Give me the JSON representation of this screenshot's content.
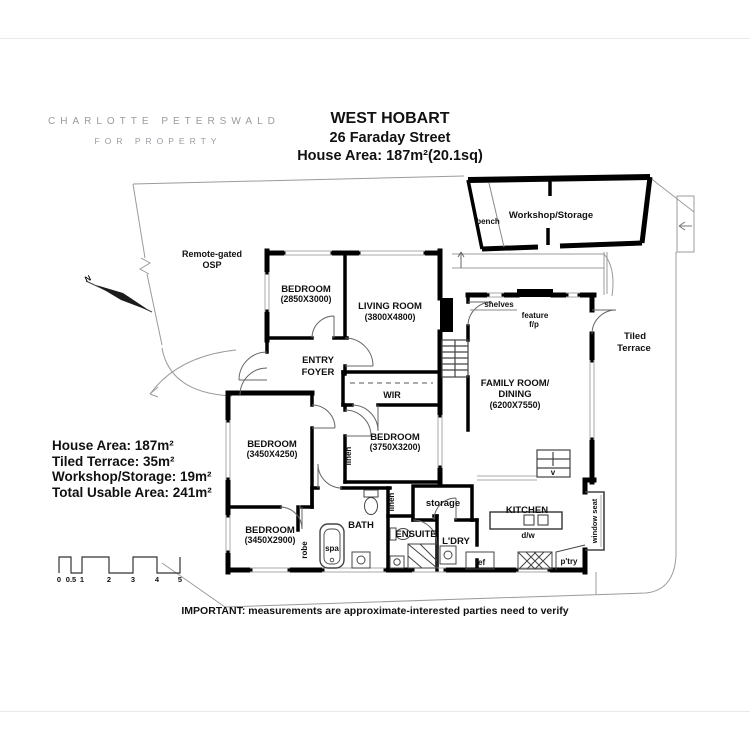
{
  "brand": {
    "name": "CHARLOTTE PETERSWALD",
    "tagline": "FOR PROPERTY"
  },
  "header": {
    "suburb": "WEST HOBART",
    "address": "26 Faraday Street",
    "area": "House Area: 187m²(20.1sq)"
  },
  "summary": {
    "house": "House Area: 187m²",
    "terrace": "Tiled Terrace: 35m²",
    "workshop": "Workshop/Storage: 19m²",
    "total": "Total Usable Area: 241m²"
  },
  "plan": {
    "workshop": {
      "name": "Workshop/Storage",
      "bench": "bench"
    },
    "osp": {
      "line1": "Remote-gated",
      "line2": "OSP"
    },
    "north": "N",
    "bedroom1": {
      "name": "BEDROOM",
      "dims": "(2850X3000)"
    },
    "living": {
      "name": "LIVING ROOM",
      "dims": "(3800X4800)"
    },
    "entry": {
      "line1": "ENTRY",
      "line2": "FOYER"
    },
    "wir": "WIR",
    "family": {
      "line1": "FAMILY ROOM/",
      "line2": "DINING",
      "dims": "(6200X7550)"
    },
    "terrace": {
      "line1": "Tiled",
      "line2": "Terrace"
    },
    "shelves": "shelves",
    "feature": {
      "line1": "feature",
      "line2": "f/p"
    },
    "bedroom2": {
      "name": "BEDROOM",
      "dims": "(3450X4250)"
    },
    "bedroom3": {
      "name": "BEDROOM",
      "dims": "(3750X3200)"
    },
    "bedroom4": {
      "name": "BEDROOM",
      "dims": "(3450X2900)"
    },
    "linen_hall": "linen",
    "linen_ensuite": "linen",
    "robe": "robe",
    "bath": "BATH",
    "spa": "spa",
    "ensuite": "ENSUITE",
    "storage": "storage",
    "ldry": "L'DRY",
    "kitchen": "KITCHEN",
    "dw": "d/w",
    "ref": "ref",
    "ptry": "p'try",
    "window_seat": "window seat",
    "down_arrow": "v"
  },
  "scale": {
    "labels": [
      "0",
      "0.5",
      "1",
      "2",
      "3",
      "4",
      "5"
    ]
  },
  "disclaimer": "IMPORTANT: measurements are approximate-interested parties need to verify",
  "colors": {
    "wall": "#000000",
    "thin_line": "#999999",
    "brand_gray": "#9a9aa2"
  }
}
